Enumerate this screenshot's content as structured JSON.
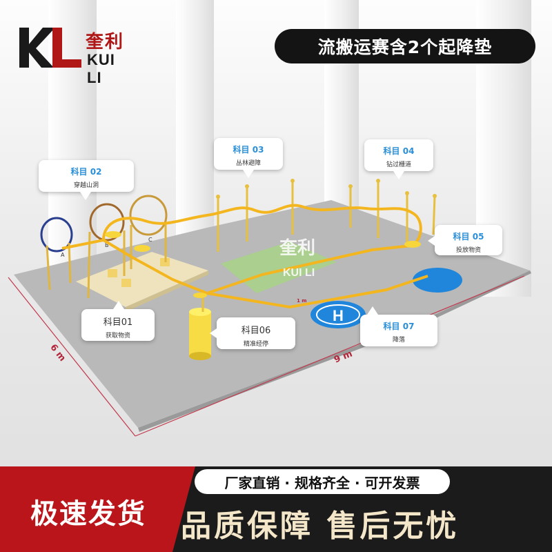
{
  "brand": {
    "name_cn": "奎利",
    "name_en": "KUI LI"
  },
  "banner": {
    "title": "流搬运赛含2个起降垫"
  },
  "callouts": [
    {
      "title": "科目 02",
      "subtitle": "穿越山洞"
    },
    {
      "title": "科目 03",
      "subtitle": "丛林避障"
    },
    {
      "title": "科目 04",
      "subtitle": "钻过栅道"
    },
    {
      "title": "科目 05",
      "subtitle": "投放物资"
    },
    {
      "title": "科目01",
      "subtitle": "获取物资"
    },
    {
      "title": "科目06",
      "subtitle": "精准经停"
    },
    {
      "title": "科目 07",
      "subtitle": "降落"
    }
  ],
  "ring_labels": [
    "A",
    "B",
    "C"
  ],
  "dimensions": {
    "width": "6 m",
    "length": "9 m",
    "marker": "1 m"
  },
  "helipad": {
    "letter": "H"
  },
  "footer": {
    "fast_shipping": "极速发货",
    "slogan": "厂家直销 · 规格齐全 · 可开发票",
    "quality": "品质保障  售后无忧"
  },
  "colors": {
    "brand_red": "#b01818",
    "track_yellow": "#f4b61e",
    "helipad_blue": "#1f86db",
    "footer_red": "#b9151a",
    "footer_dark": "#1b1b1b",
    "callout_title_blue": "#2a8fd8"
  }
}
